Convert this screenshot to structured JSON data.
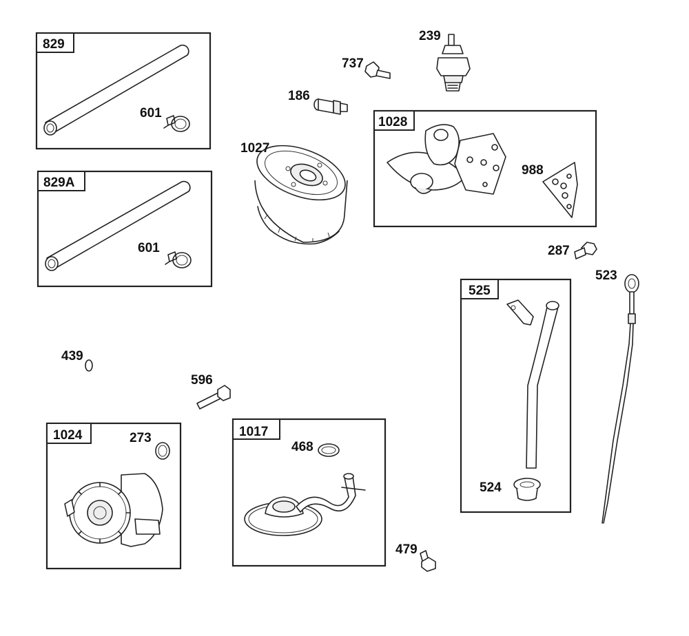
{
  "diagram": {
    "boxes": [
      {
        "id": "b829",
        "label": "829"
      },
      {
        "id": "b829a",
        "label": "829A"
      },
      {
        "id": "b1028",
        "label": "1028"
      },
      {
        "id": "b525",
        "label": "525"
      },
      {
        "id": "b1024",
        "label": "1024"
      },
      {
        "id": "b1017",
        "label": "1017"
      }
    ],
    "parts": {
      "p601a": "601",
      "p601b": "601",
      "p239": "239",
      "p737": "737",
      "p186": "186",
      "p1027": "1027",
      "p988": "988",
      "p287": "287",
      "p523": "523",
      "p524": "524",
      "p439": "439",
      "p596": "596",
      "p273": "273",
      "p468": "468",
      "p479": "479"
    }
  }
}
